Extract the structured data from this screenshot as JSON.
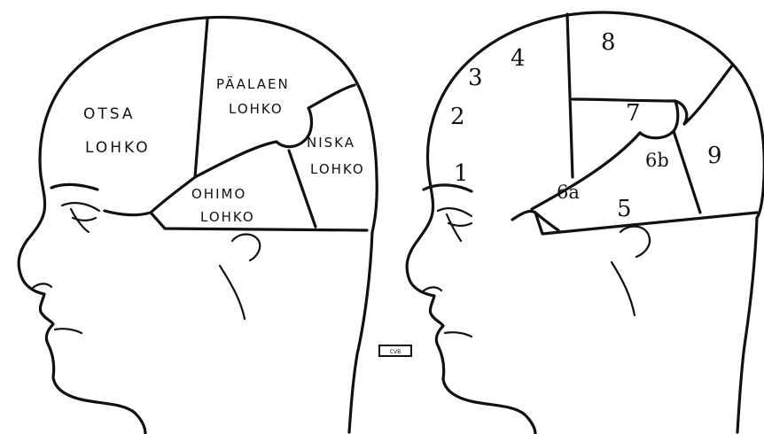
{
  "left_head": {
    "labels": {
      "frontal": [
        "OTSA",
        "LOHKO"
      ],
      "parietal": [
        "PÄALAEN",
        "LOHKO"
      ],
      "occipital": [
        "NISKA",
        "LOHKO"
      ],
      "temporal": [
        "OHIMO",
        "LOHKO"
      ]
    }
  },
  "right_head": {
    "labels": [
      "1",
      "2",
      "3",
      "4",
      "5",
      "6a",
      "6b",
      "7",
      "8",
      "9"
    ]
  },
  "stamp": {
    "text": "CVB"
  },
  "colors": {
    "ink": "#111111",
    "paper": "#ffffff"
  }
}
